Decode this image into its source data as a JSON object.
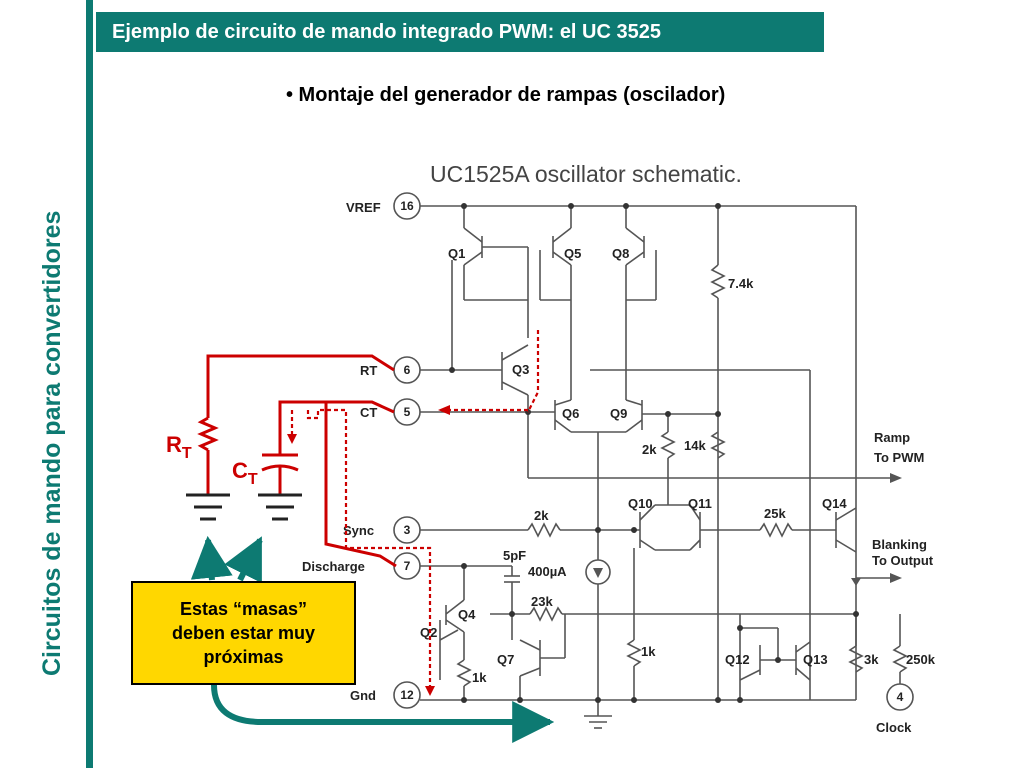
{
  "header": {
    "title": "Ejemplo de circuito de mando integrado PWM: el UC 3525"
  },
  "sidebar": {
    "text": "Circuitos de mando para convertidores"
  },
  "subtitle": "• Montaje del generador de rampas (oscilador)",
  "schematic": {
    "title": "UC1525A oscillator schematic.",
    "pins": [
      {
        "number": "16",
        "label": "VREF"
      },
      {
        "number": "6",
        "label": "RT"
      },
      {
        "number": "5",
        "label": "CT"
      },
      {
        "number": "3",
        "label": "Sync"
      },
      {
        "number": "7",
        "label": "Discharge"
      },
      {
        "number": "12",
        "label": "Gnd"
      },
      {
        "number": "4",
        "label": "Clock"
      }
    ],
    "transistors": [
      "Q1",
      "Q5",
      "Q8",
      "Q3",
      "Q6",
      "Q9",
      "Q10",
      "Q11",
      "Q14",
      "Q4",
      "Q2",
      "Q7",
      "Q12",
      "Q13"
    ],
    "components": [
      "7.4k",
      "2k",
      "14k",
      "25k",
      "2k",
      "5pF",
      "400µA",
      "23k",
      "1k",
      "1k",
      "3k",
      "250k"
    ],
    "outputs": [
      "Ramp",
      "To  PWM",
      "Blanking",
      "To  Output"
    ]
  },
  "external": {
    "rt_label": "R",
    "rt_sub": "T",
    "ct_label": "C",
    "ct_sub": "T"
  },
  "note": {
    "lines": [
      "Estas “masas”",
      "deben estar muy",
      "próximas"
    ]
  },
  "colors": {
    "accent": "#0d7a72",
    "external": "#cc0000",
    "note_bg": "#ffd700",
    "schematic": "#555555"
  }
}
